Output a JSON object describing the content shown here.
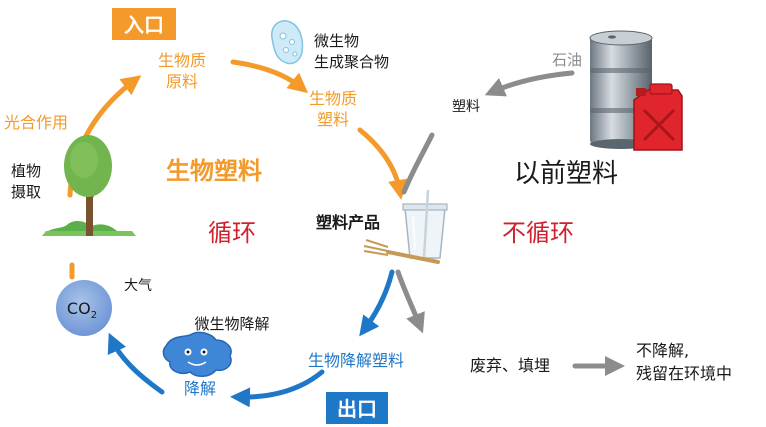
{
  "colors": {
    "orange": "#F39A2B",
    "blue": "#1F77C7",
    "red": "#D0202E",
    "gray": "#8C8C8C",
    "text": "#1a1a1a"
  },
  "labels": {
    "entrance": "入口",
    "exit": "出口",
    "biomass_line1": "生物质",
    "biomass_line2": "原料",
    "photosynthesis": "光合作用",
    "plant_uptake_line1": "植物",
    "plant_uptake_line2": "摄取",
    "microbe_polymer_line1": "微生物",
    "microbe_polymer_line2": "生成聚合物",
    "bioplastic_line1": "生物质",
    "bioplastic_line2": "塑料",
    "bio_plastic_title": "生物塑料",
    "cycle": "循环",
    "oil": "石油",
    "plastic": "塑料",
    "old_plastic": "以前塑料",
    "no_cycle": "不循环",
    "plastic_product": "塑料产品",
    "atmosphere": "大气",
    "co2": "CO",
    "co2_sub": "2",
    "microbe_degradation": "微生物降解",
    "biodegradable_plastic": "生物降解塑料",
    "degradation": "降解",
    "waste": "废弃、填埋",
    "residue_line1": "不降解,",
    "residue_line2": "残留在环境中"
  },
  "icons": {
    "plant": "tree-icon",
    "microbe_top": "microbe-icon",
    "microbe_bottom": "microbe-icon",
    "oil_drum": "oil-drum-icon",
    "jerrycan": "jerrycan-icon",
    "cup": "plastic-cup-icon",
    "fork": "fork-icon",
    "co2": "co2-bubble-icon"
  }
}
